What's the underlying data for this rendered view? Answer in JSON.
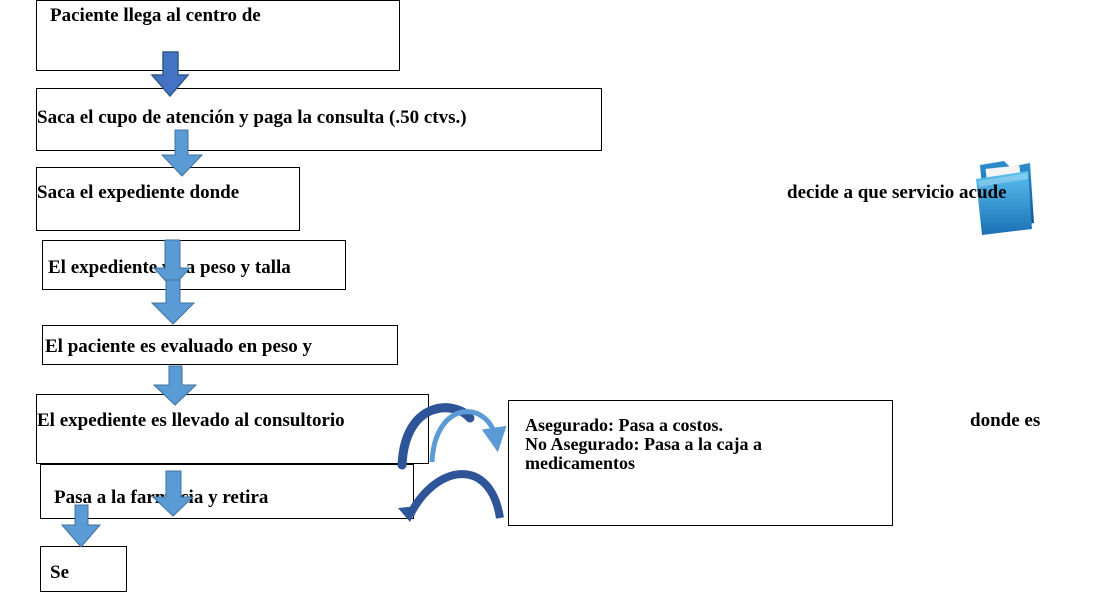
{
  "steps": {
    "arrival": "Paciente llega al centro de",
    "ticket": "Saca el cupo de atención y paga la consulta (.50 ctvs.)",
    "record_left": "Saca el expediente donde",
    "record_right": "decide a que servicio acude",
    "weight_record": "El expediente va a peso y talla",
    "evaluation": "El paciente es evaluado en peso y",
    "consult": "El expediente es llevado al consultorio",
    "consult_right": "donde es",
    "pharmacy": "Pasa a la farmacia y retira",
    "final": "Se"
  },
  "branch": {
    "insured": "Asegurado: Pasa a costos.",
    "uninsured": "No Asegurado: Pasa a la caja a",
    "medicines": "medicamentos"
  },
  "icons": [
    "folder-icon"
  ],
  "colors": {
    "arrow_fill": "#5b9bd5",
    "arrow_first_fill": "#4472c4",
    "arrow_outline": "#2e5c8a",
    "curve_dark": "#2e5597",
    "folder": "#2a8cc8"
  }
}
